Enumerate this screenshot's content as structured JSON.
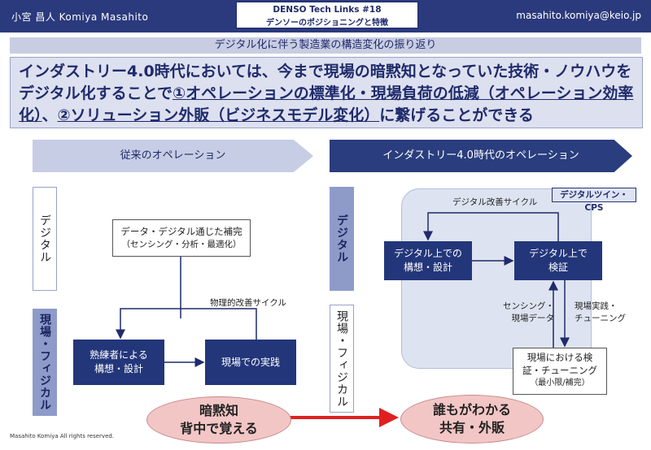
{
  "header": {
    "author": "小宮 昌人 Komiya Masahito",
    "email": "masahito.komiya@keio.jp",
    "badge_line1": "DENSO Tech Links #18",
    "badge_line2": "デンソーのポジショニングと特徴"
  },
  "subtitle": "デジタル化に伴う製造業の構造変化の振り返り",
  "headline": {
    "part1": "インダストリー4.0時代においては、今まで現場の暗黙知となっていた技術・ノウハウをデジタル化することで",
    "part2": "①オペレーションの標準化・現場負荷の低減（オペレーション効率化）",
    "part3": "、",
    "part4": "②ソリューション外販（ビジネスモデル変化）",
    "part5": "に繋げることができる"
  },
  "left": {
    "header": "従来のオペレーション",
    "label_digital": "デジタル",
    "label_physical": "現場・フィジカル",
    "box_complement_line1": "データ・デジタル通じた補完",
    "box_complement_line2": "（センシング・分析・最適化）",
    "cycle_label": "物理的改善サイクル",
    "box_expert_line1": "熟練者による",
    "box_expert_line2": "構想・設計",
    "box_practice": "現場での実践"
  },
  "right": {
    "header": "インダストリー4.0時代のオペレーション",
    "label_digital": "デジタル",
    "label_physical": "現場・フィジカル",
    "twin_tag": "デジタルツイン・CPS",
    "cycle_label": "デジタル改善サイクル",
    "box_design_line1": "デジタル上での",
    "box_design_line2": "構想・設計",
    "box_verify_line1": "デジタル上で",
    "box_verify_line2": "検証",
    "sensing_line1": "センシング・",
    "sensing_line2": "現場データ",
    "practice_line1": "現場実践・",
    "practice_line2": "チューニング",
    "box_field_line1": "現場における検",
    "box_field_line2": "証・チューニング",
    "box_field_line3": "（最小限/補完）"
  },
  "bottom": {
    "tacit_line1": "暗黙知",
    "tacit_line2": "背中で覚える",
    "shared_line1": "誰もがわかる",
    "shared_line2": "共有・外販"
  },
  "copyright": "Masahito Komiya All rights reserved.",
  "colors": {
    "navy": "#2a3a7c",
    "light_blue": "#c7cde4",
    "pink": "#f3c6c6",
    "red_arrow": "#e02020"
  }
}
